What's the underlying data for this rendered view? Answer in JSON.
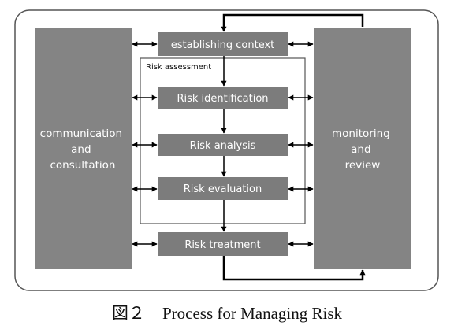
{
  "diagram": {
    "left_panel": {
      "lines": [
        "communication",
        "and",
        "consultation"
      ]
    },
    "right_panel": {
      "lines": [
        "monitoring",
        "and",
        "review"
      ]
    },
    "assessment_group_label": "Risk assessment",
    "steps": [
      {
        "id": "context",
        "label": "establishing context"
      },
      {
        "id": "identification",
        "label": "Risk identification"
      },
      {
        "id": "analysis",
        "label": "Risk analysis"
      },
      {
        "id": "evaluation",
        "label": "Risk evaluation"
      },
      {
        "id": "treatment",
        "label": "Risk treatment"
      }
    ]
  },
  "caption": {
    "figure_label": "図２",
    "title": "Process for Managing Risk"
  },
  "colors": {
    "panel_fill": "#848484",
    "box_fill": "#7c7c7c",
    "text_light": "#ffffff",
    "stroke": "#000000"
  }
}
